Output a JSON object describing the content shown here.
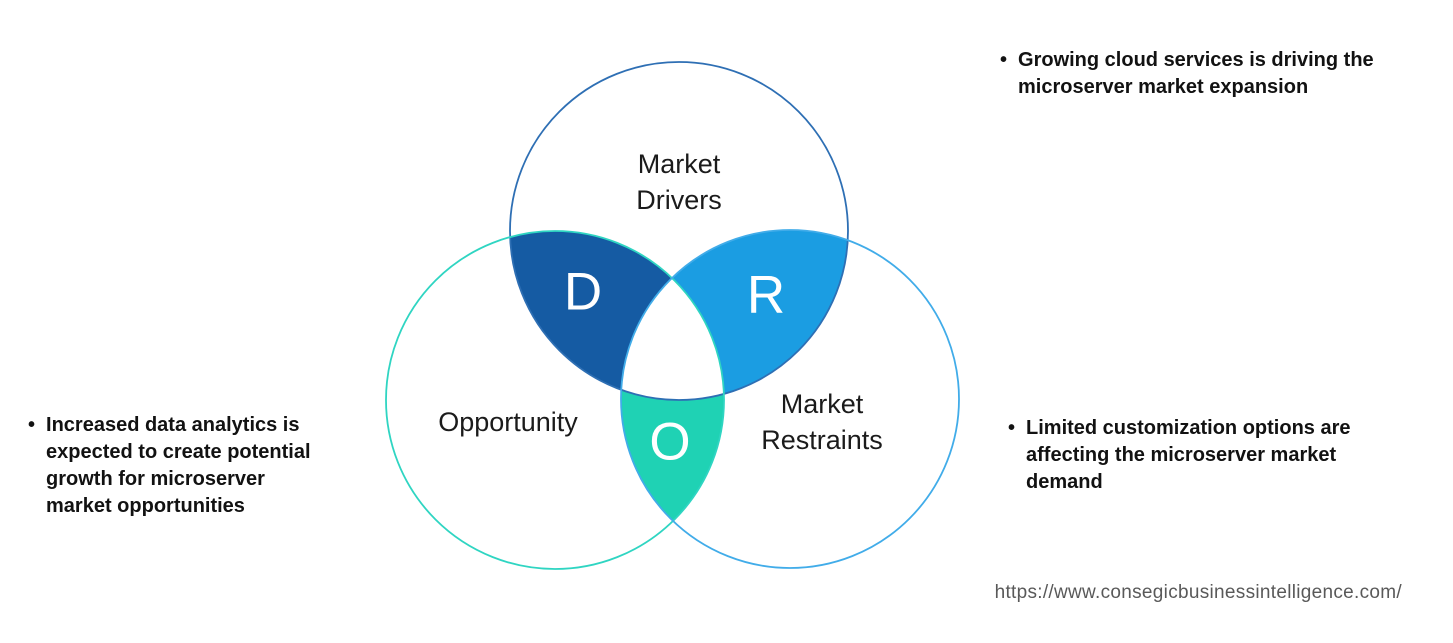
{
  "diagram": {
    "circles": {
      "drivers": {
        "label": "Market\nDrivers",
        "stroke": "#2e6fb4"
      },
      "opportunity": {
        "label": "Opportunity",
        "stroke": "#2fd5c2"
      },
      "restraints": {
        "label": "Market\nRestraints",
        "stroke": "#41ace9"
      }
    },
    "regions": {
      "d": {
        "letter": "D",
        "color": "#155ba3"
      },
      "r": {
        "letter": "R",
        "color": "#1b9de2"
      },
      "o": {
        "letter": "O",
        "color": "#1fd2b4"
      }
    }
  },
  "annotations": {
    "bullet": "•",
    "drivers": {
      "text": "Growing cloud services is driving the\nmicroserver market expansion"
    },
    "opportunity": {
      "text": "Increased data analytics is\nexpected to create potential\ngrowth for microserver\nmarket opportunities"
    },
    "restraints": {
      "text": "Limited customization options are\naffecting the microserver market\ndemand"
    }
  },
  "footer": {
    "source_url": "https://www.consegicbusinessintelligence.com/"
  }
}
